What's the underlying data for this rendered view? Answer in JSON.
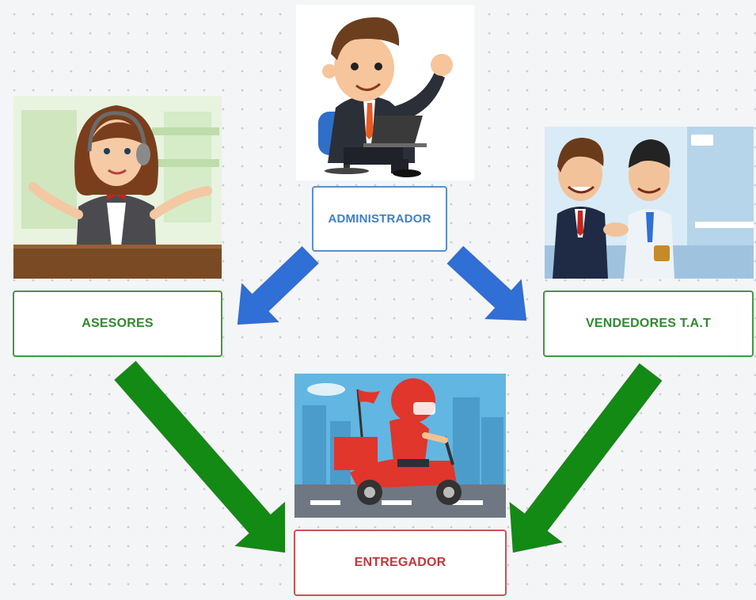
{
  "nodes": {
    "admin": {
      "label": "ADMINISTRADOR",
      "color": "#3d7fcc"
    },
    "asesores": {
      "label": "ASESORES",
      "color": "#2e8b2e"
    },
    "vendedores": {
      "label": "VENDEDORES T.A.T",
      "color": "#2e8b2e"
    },
    "entregador": {
      "label": "ENTREGADOR",
      "color": "#c0393b"
    }
  },
  "illustrations": {
    "admin": "businessman-at-laptop",
    "asesores": "call-center-agent-with-headset",
    "vendedores": "two-businessmen-handshake",
    "entregador": "delivery-rider-on-scooter"
  },
  "arrows": [
    {
      "from": "admin",
      "to": "asesores",
      "color": "#2f6fd6"
    },
    {
      "from": "admin",
      "to": "vendedores",
      "color": "#2f6fd6"
    },
    {
      "from": "asesores",
      "to": "entregador",
      "color": "#138a13"
    },
    {
      "from": "vendedores",
      "to": "entregador",
      "color": "#138a13"
    }
  ]
}
